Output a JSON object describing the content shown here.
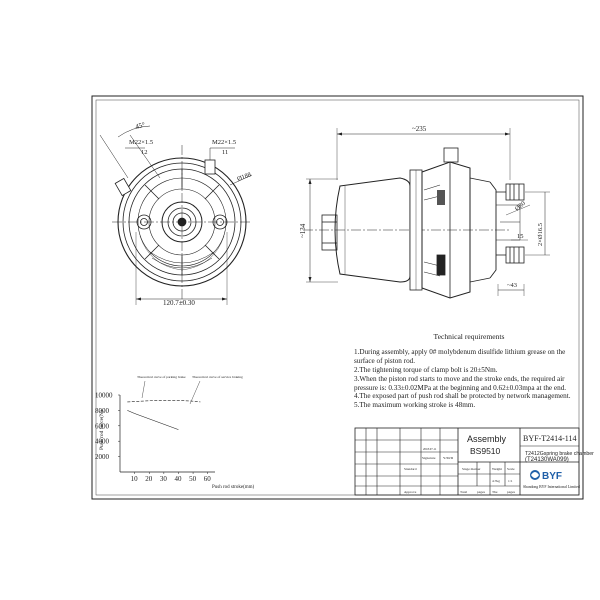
{
  "front_view": {
    "angle_label": "45°",
    "thread_left": "M22×1.5",
    "thread_left_qty": "12",
    "thread_right": "M22×1.5",
    "thread_right_qty": "11",
    "diameter_label": "Ø188",
    "width_label": "120.7±0.30"
  },
  "side_view": {
    "length_label": "~235",
    "height_label": "~134",
    "diameter_label": "Ø80",
    "pitch_label": "2×Ø16.5",
    "offset_label": "15",
    "stroke_label": "~43"
  },
  "chart_data": {
    "type": "line",
    "title": "",
    "xlabel": "Push rod stroke(mm)",
    "ylabel": "Push rod force(N)",
    "x_ticks": [
      "10",
      "20",
      "30",
      "40",
      "50",
      "60"
    ],
    "y_ticks": [
      "2000",
      "4000",
      "6000",
      "8000",
      "10000"
    ],
    "ylim": [
      0,
      10000
    ],
    "xlim": [
      0,
      65
    ],
    "series": [
      {
        "name": "Theoretical curve of parking brake",
        "x": [
          5,
          10,
          20,
          30,
          40,
          50,
          55
        ],
        "y": [
          9100,
          9150,
          9250,
          9300,
          9300,
          9200,
          9100
        ]
      },
      {
        "name": "Theoretical curve of service braking",
        "x": [
          5,
          10,
          20,
          30,
          40
        ],
        "y": [
          8000,
          7600,
          6900,
          6200,
          5500
        ]
      }
    ]
  },
  "requirements": {
    "title": "Technical requirements",
    "items": [
      "1.During assembly, apply 0# molybdenum disulfide lithium grease on the surface of piston rod.",
      "2.The tightening torque of clamp bolt is 20±5Nm.",
      "3.When the piston rod starts to move and the stroke ends, the required air pressure is: 0.33±0.02MPa at the beginning and 0.62±0.03mpa at the end.",
      "4.The exposed part of push rod shall be protected by network management.",
      "5.The maximum working stroke is 48mm."
    ]
  },
  "title_block": {
    "assembly": "Assembly",
    "assembly_code": "BS9510",
    "drawing_no": "BYF-T2414-114",
    "description": "T2412Gspring brake chamber",
    "part_code": "(T24130WA099)",
    "signature": "Signature",
    "ymd": "Y/M/D",
    "standard": "Standard",
    "approve": "Approve",
    "stage_marker": "Stage marker",
    "weight": "Weight",
    "scale": "Scale",
    "weight_value": "4.7kg",
    "scale_value": "1:1",
    "total": "Total",
    "pages_a": "pages",
    "the": "The",
    "pages_b": "pages",
    "logo": "BYF",
    "company": "Shandong BYF International Limited",
    "stamp_code": "2018.07.11"
  }
}
